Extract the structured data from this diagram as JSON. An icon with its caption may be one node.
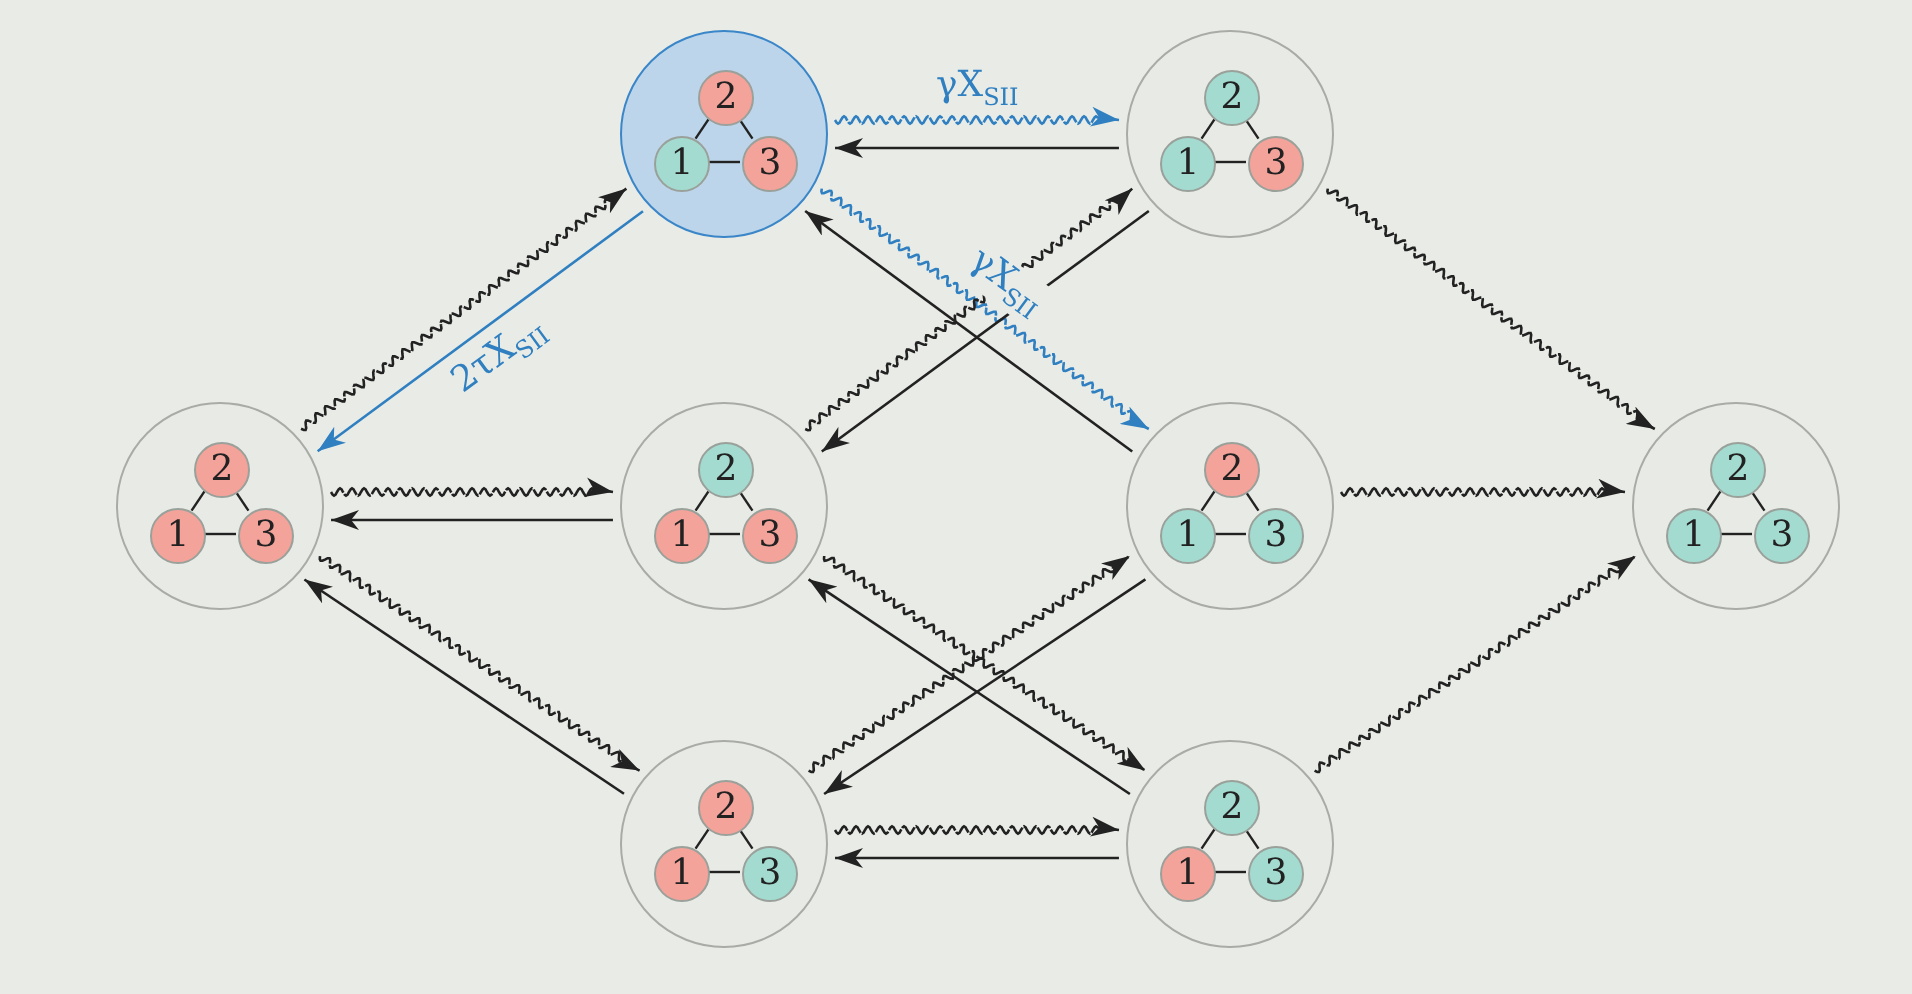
{
  "diagram": {
    "nodes": [
      {
        "text": [],
        "shape": "circle"
      },
      {
        "text": [
          "2"
        ],
        "in": 0
      },
      {
        "text": [
          "1"
        ],
        "in": 0
      },
      {
        "text": [
          "3"
        ],
        "in": 0
      },
      {
        "text": [],
        "shape": "circle"
      },
      {
        "text": [
          "2"
        ],
        "in": 4
      },
      {
        "text": [
          "1"
        ],
        "in": 4
      },
      {
        "text": [
          "3"
        ],
        "in": 4
      },
      {
        "text": [],
        "shape": "circle"
      },
      {
        "text": [
          "2"
        ],
        "in": 8
      },
      {
        "text": [
          "1"
        ],
        "in": 8
      },
      {
        "text": [
          "3"
        ],
        "in": 8
      },
      {
        "text": [],
        "shape": "circle"
      },
      {
        "text": [
          "2"
        ],
        "in": 12
      },
      {
        "text": [
          "1"
        ],
        "in": 12
      },
      {
        "text": [
          "3"
        ],
        "in": 12
      },
      {
        "text": [],
        "shape": "circle"
      },
      {
        "text": [
          "2"
        ],
        "in": 16
      },
      {
        "text": [
          "1"
        ],
        "in": 16
      },
      {
        "text": [
          "3"
        ],
        "in": 16
      },
      {
        "text": [],
        "shape": "circle"
      },
      {
        "text": [
          "2"
        ],
        "in": 20
      },
      {
        "text": [
          "1"
        ],
        "in": 20
      },
      {
        "text": [
          "3"
        ],
        "in": 20
      },
      {
        "text": [],
        "shape": "circle"
      },
      {
        "text": [
          "2"
        ],
        "in": 24
      },
      {
        "text": [
          "1"
        ],
        "in": 24
      },
      {
        "text": [
          "3"
        ],
        "in": 24
      },
      {
        "text": [],
        "shape": "circle"
      },
      {
        "text": [
          "2"
        ],
        "in": 28
      },
      {
        "text": [
          "1"
        ],
        "in": 28
      },
      {
        "text": [
          "3"
        ],
        "in": 28
      }
    ],
    "edges": [
      {
        "from": 1,
        "to": 2,
        "arrow": "none"
      },
      {
        "from": 1,
        "to": 3,
        "arrow": "none"
      },
      {
        "from": 2,
        "to": 3,
        "arrow": "none"
      },
      {
        "from": 5,
        "to": 6,
        "arrow": "none"
      },
      {
        "from": 5,
        "to": 7,
        "arrow": "none"
      },
      {
        "from": 6,
        "to": 7,
        "arrow": "none"
      },
      {
        "from": 9,
        "to": 10,
        "arrow": "none"
      },
      {
        "from": 9,
        "to": 11,
        "arrow": "none"
      },
      {
        "from": 10,
        "to": 11,
        "arrow": "none"
      },
      {
        "from": 13,
        "to": 14,
        "arrow": "none"
      },
      {
        "from": 13,
        "to": 15,
        "arrow": "none"
      },
      {
        "from": 14,
        "to": 15,
        "arrow": "none"
      },
      {
        "from": 17,
        "to": 18,
        "arrow": "none"
      },
      {
        "from": 17,
        "to": 19,
        "arrow": "none"
      },
      {
        "from": 18,
        "to": 19,
        "arrow": "none"
      },
      {
        "from": 21,
        "to": 22,
        "arrow": "none"
      },
      {
        "from": 21,
        "to": 23,
        "arrow": "none"
      },
      {
        "from": 22,
        "to": 23,
        "arrow": "none"
      },
      {
        "from": 25,
        "to": 26,
        "arrow": "none"
      },
      {
        "from": 25,
        "to": 27,
        "arrow": "none"
      },
      {
        "from": 26,
        "to": 27,
        "arrow": "none"
      },
      {
        "from": 29,
        "to": 30,
        "arrow": "none"
      },
      {
        "from": 29,
        "to": 31,
        "arrow": "none"
      },
      {
        "from": 30,
        "to": 31,
        "arrow": "none"
      },
      {
        "from": 8,
        "to": 0,
        "arrow": "to",
        "style": "dashed"
      },
      {
        "from": 0,
        "to": 8,
        "arrow": "to",
        "label": "2τX$_{SII}$",
        "color": "#2f7fc1"
      },
      {
        "from": 0,
        "to": 4,
        "arrow": "to",
        "label": "γX$_{SII}$",
        "style": "dashed",
        "color": "#2f7fc1"
      },
      {
        "from": 4,
        "to": 0,
        "arrow": "to"
      },
      {
        "from": 0,
        "to": 16,
        "arrow": "to",
        "label": "γX$_{SII}$",
        "style": "dashed",
        "color": "#2f7fc1"
      },
      {
        "from": 16,
        "to": 0,
        "arrow": "to"
      },
      {
        "from": 8,
        "to": 12,
        "arrow": "to",
        "style": "dashed"
      },
      {
        "from": 12,
        "to": 8,
        "arrow": "to"
      },
      {
        "from": 12,
        "to": 4,
        "arrow": "to",
        "style": "dashed"
      },
      {
        "from": 4,
        "to": 12,
        "arrow": "to"
      },
      {
        "from": 8,
        "to": 24,
        "arrow": "to",
        "style": "dashed"
      },
      {
        "from": 24,
        "to": 8,
        "arrow": "to"
      },
      {
        "from": 12,
        "to": 28,
        "arrow": "to",
        "style": "dashed"
      },
      {
        "from": 28,
        "to": 12,
        "arrow": "to"
      },
      {
        "from": 24,
        "to": 16,
        "arrow": "to",
        "style": "dashed"
      },
      {
        "from": 16,
        "to": 24,
        "arrow": "to"
      },
      {
        "from": 24,
        "to": 28,
        "arrow": "to",
        "style": "dashed"
      },
      {
        "from": 28,
        "to": 24,
        "arrow": "to"
      },
      {
        "from": 4,
        "to": 20,
        "arrow": "to",
        "style": "dashed"
      },
      {
        "from": 16,
        "to": 20,
        "arrow": "to",
        "style": "dashed"
      },
      {
        "from": 28,
        "to": 20,
        "arrow": "to",
        "style": "dashed"
      }
    ]
  }
}
